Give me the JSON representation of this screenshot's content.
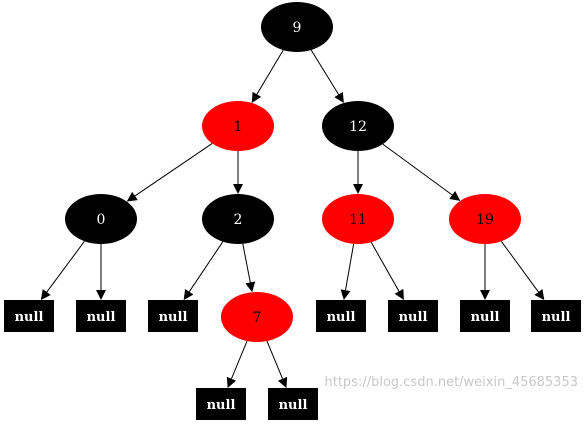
{
  "diagram": {
    "nodes": [
      {
        "id": "n9",
        "label": "9",
        "color": "black"
      },
      {
        "id": "n1",
        "label": "1",
        "color": "red"
      },
      {
        "id": "n12",
        "label": "12",
        "color": "black"
      },
      {
        "id": "n0",
        "label": "0",
        "color": "black"
      },
      {
        "id": "n2",
        "label": "2",
        "color": "black"
      },
      {
        "id": "n11",
        "label": "11",
        "color": "red"
      },
      {
        "id": "n19",
        "label": "19",
        "color": "red"
      },
      {
        "id": "n7",
        "label": "7",
        "color": "red"
      },
      {
        "id": "l0a",
        "label": "null",
        "color": "black",
        "kind": "leaf"
      },
      {
        "id": "l0b",
        "label": "null",
        "color": "black",
        "kind": "leaf"
      },
      {
        "id": "l2a",
        "label": "null",
        "color": "black",
        "kind": "leaf"
      },
      {
        "id": "l7a",
        "label": "null",
        "color": "black",
        "kind": "leaf"
      },
      {
        "id": "l7b",
        "label": "null",
        "color": "black",
        "kind": "leaf"
      },
      {
        "id": "l11a",
        "label": "null",
        "color": "black",
        "kind": "leaf"
      },
      {
        "id": "l11b",
        "label": "null",
        "color": "black",
        "kind": "leaf"
      },
      {
        "id": "l19a",
        "label": "null",
        "color": "black",
        "kind": "leaf"
      },
      {
        "id": "l19b",
        "label": "null",
        "color": "black",
        "kind": "leaf"
      }
    ],
    "edges": [
      [
        "n9",
        "n1"
      ],
      [
        "n9",
        "n12"
      ],
      [
        "n1",
        "n0"
      ],
      [
        "n1",
        "n2"
      ],
      [
        "n12",
        "n11"
      ],
      [
        "n12",
        "n19"
      ],
      [
        "n0",
        "l0a"
      ],
      [
        "n0",
        "l0b"
      ],
      [
        "n2",
        "l2a"
      ],
      [
        "n2",
        "n7"
      ],
      [
        "n7",
        "l7a"
      ],
      [
        "n7",
        "l7b"
      ],
      [
        "n11",
        "l11a"
      ],
      [
        "n11",
        "l11b"
      ],
      [
        "n19",
        "l19a"
      ],
      [
        "n19",
        "l19b"
      ]
    ]
  },
  "colors": {
    "black_node": "#000000",
    "red_node": "#ff0000",
    "node_text_on_black": "#ffffff",
    "node_text_on_red": "#000000",
    "edge": "#000000",
    "watermark": "#c8c8c8"
  },
  "watermark": "https://blog.csdn.net/weixin_45685353"
}
